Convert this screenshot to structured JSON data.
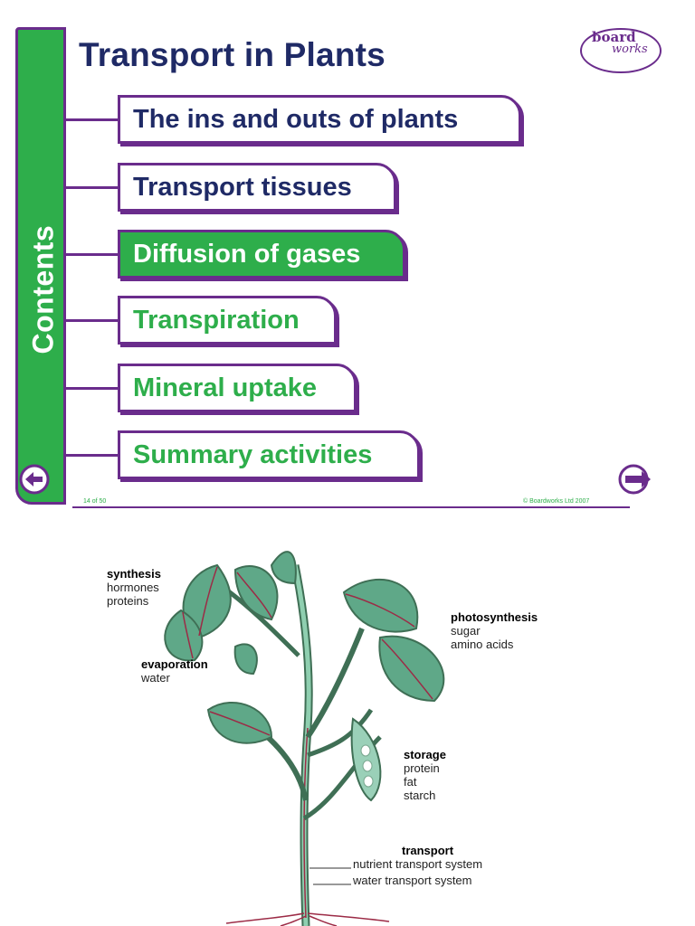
{
  "slide": {
    "title": "Transport in Plants",
    "sidebar_label": "Contents",
    "logo": {
      "line1": "board",
      "line2": "works"
    },
    "menu": [
      {
        "label": "The ins and outs of plants",
        "state": "navy"
      },
      {
        "label": "Transport tissues",
        "state": "navy"
      },
      {
        "label": "Diffusion of gases",
        "state": "active"
      },
      {
        "label": "Transpiration",
        "state": "green"
      },
      {
        "label": "Mineral uptake",
        "state": "green"
      },
      {
        "label": "Summary activities",
        "state": "green"
      }
    ],
    "footer_left": "14 of 50",
    "footer_right": "© Boardworks Ltd 2007",
    "colors": {
      "green": "#2eae4b",
      "purple": "#6a2c8c",
      "navy": "#1f2a66"
    },
    "icons": {
      "prev": "back-arrow-icon",
      "next": "forward-arrow-icon"
    }
  },
  "diagram": {
    "synthesis": {
      "heading": "synthesis",
      "items": [
        "hormones",
        "proteins"
      ]
    },
    "evaporation": {
      "heading": "evaporation",
      "items": [
        "water"
      ]
    },
    "photosynthesis": {
      "heading": "photosynthesis",
      "items": [
        "sugar",
        "amino acids"
      ]
    },
    "storage": {
      "heading": "storage",
      "items": [
        "protein",
        "fat",
        "starch"
      ]
    },
    "transport": {
      "heading": "transport",
      "items": [
        "nutrient transport system",
        "water transport system"
      ]
    }
  }
}
